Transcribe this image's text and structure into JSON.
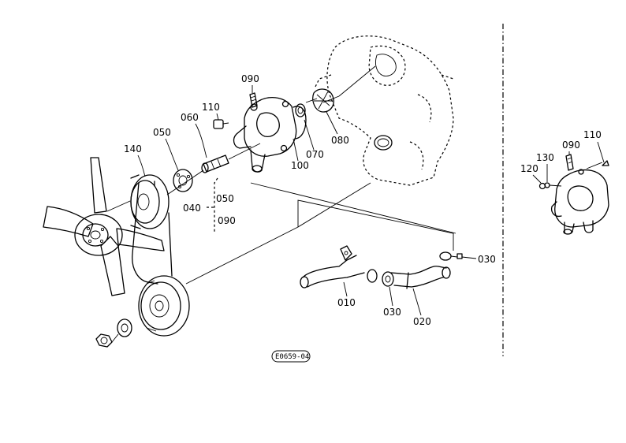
{
  "figure_code": "E0659-04",
  "labels": {
    "p010": "010",
    "p020": "020",
    "p030a": "030",
    "p030b": "030",
    "p040": "040",
    "p050a": "050",
    "p050b": "050",
    "p060": "060",
    "p070": "070",
    "p080": "080",
    "p090a": "090",
    "p090b": "090",
    "p090c": "090",
    "p100": "100",
    "p110a": "110",
    "p110b": "110",
    "p120": "120",
    "p130": "130",
    "p140": "140"
  }
}
